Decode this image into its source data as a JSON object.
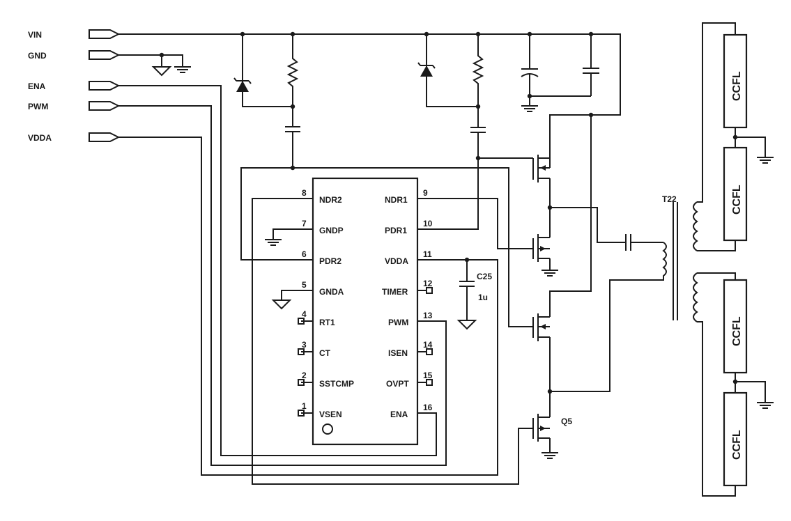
{
  "ports": [
    "VIN",
    "GND",
    "ENA",
    "PWM",
    "VDDA"
  ],
  "ic_pins": [
    {
      "num": "8",
      "label": "NDR2"
    },
    {
      "num": "7",
      "label": "GNDP"
    },
    {
      "num": "6",
      "label": "PDR2"
    },
    {
      "num": "5",
      "label": "GNDA"
    },
    {
      "num": "4",
      "label": "RT1"
    },
    {
      "num": "3",
      "label": "CT"
    },
    {
      "num": "2",
      "label": "SSTCMP"
    },
    {
      "num": "1",
      "label": "VSEN"
    },
    {
      "num": "9",
      "label": "NDR1"
    },
    {
      "num": "10",
      "label": "PDR1"
    },
    {
      "num": "11",
      "label": "VDDA"
    },
    {
      "num": "12",
      "label": "TIMER"
    },
    {
      "num": "13",
      "label": "PWM"
    },
    {
      "num": "14",
      "label": "ISEN"
    },
    {
      "num": "15",
      "label": "OVPT"
    },
    {
      "num": "16",
      "label": "ENA"
    }
  ],
  "components": {
    "c25_ref": "C25",
    "c25_value": "1u",
    "transformer_ref": "T22",
    "mosfet_ref": "Q5"
  },
  "lamps": [
    "CCFL",
    "CCFL",
    "CCFL",
    "CCFL"
  ]
}
